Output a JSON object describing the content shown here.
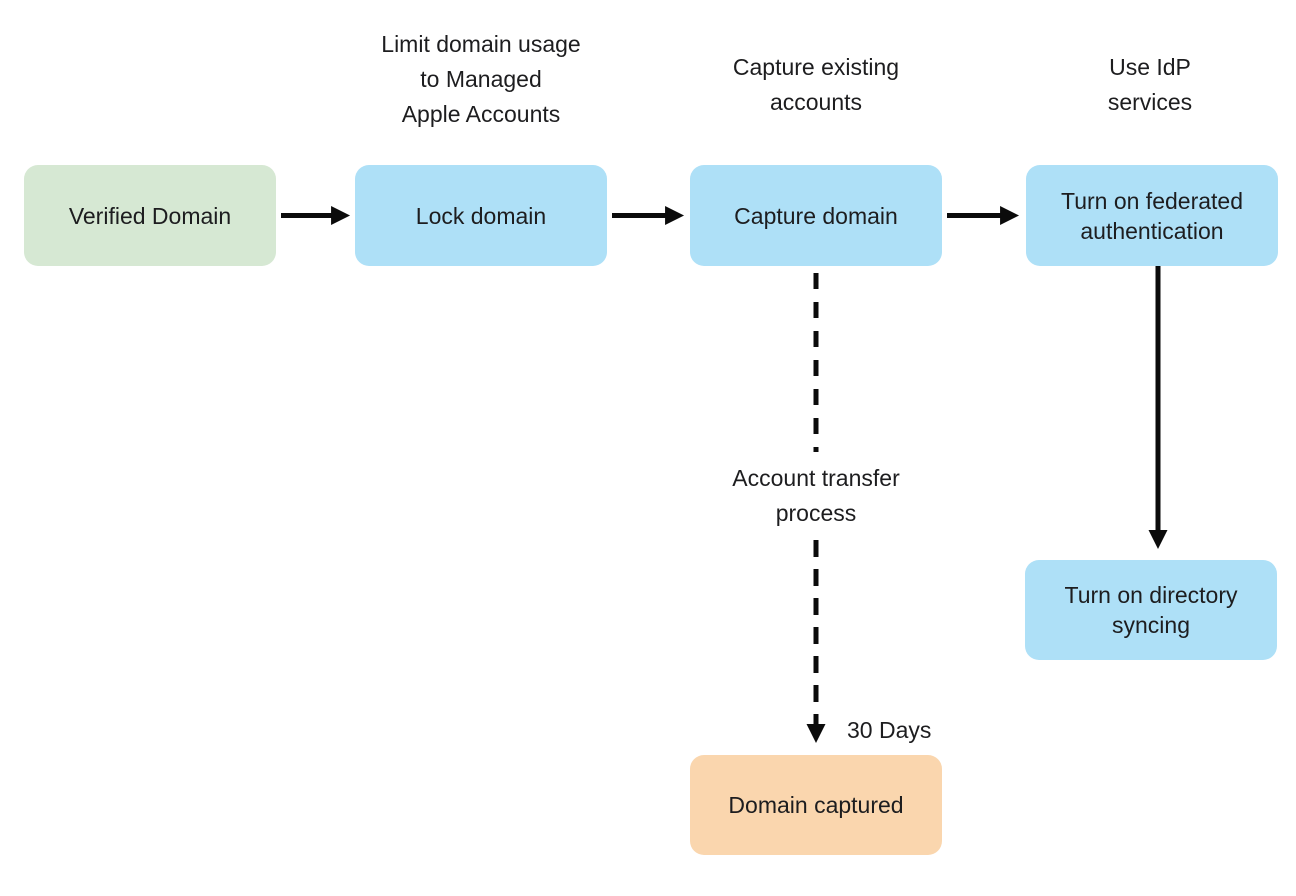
{
  "nodes": {
    "verified_domain": "Verified Domain",
    "lock_domain": "Lock domain",
    "capture_domain": "Capture domain",
    "federated_auth": "Turn on federated\nauthentication",
    "directory_syncing": "Turn on directory\nsyncing",
    "domain_captured": "Domain captured"
  },
  "annotations": {
    "limit_domain_usage": "Limit domain usage\nto Managed\nApple Accounts",
    "capture_existing": "Capture existing\naccounts",
    "use_idp": "Use IdP\nservices",
    "account_transfer": "Account transfer\nprocess",
    "thirty_days": "30 Days"
  },
  "colors": {
    "start_node": "#d6e8d3",
    "process_node": "#aee0f7",
    "end_node": "#fad6ae",
    "arrow": "#0b0b0b",
    "text": "#1d1d1f",
    "background": "#ffffff"
  }
}
